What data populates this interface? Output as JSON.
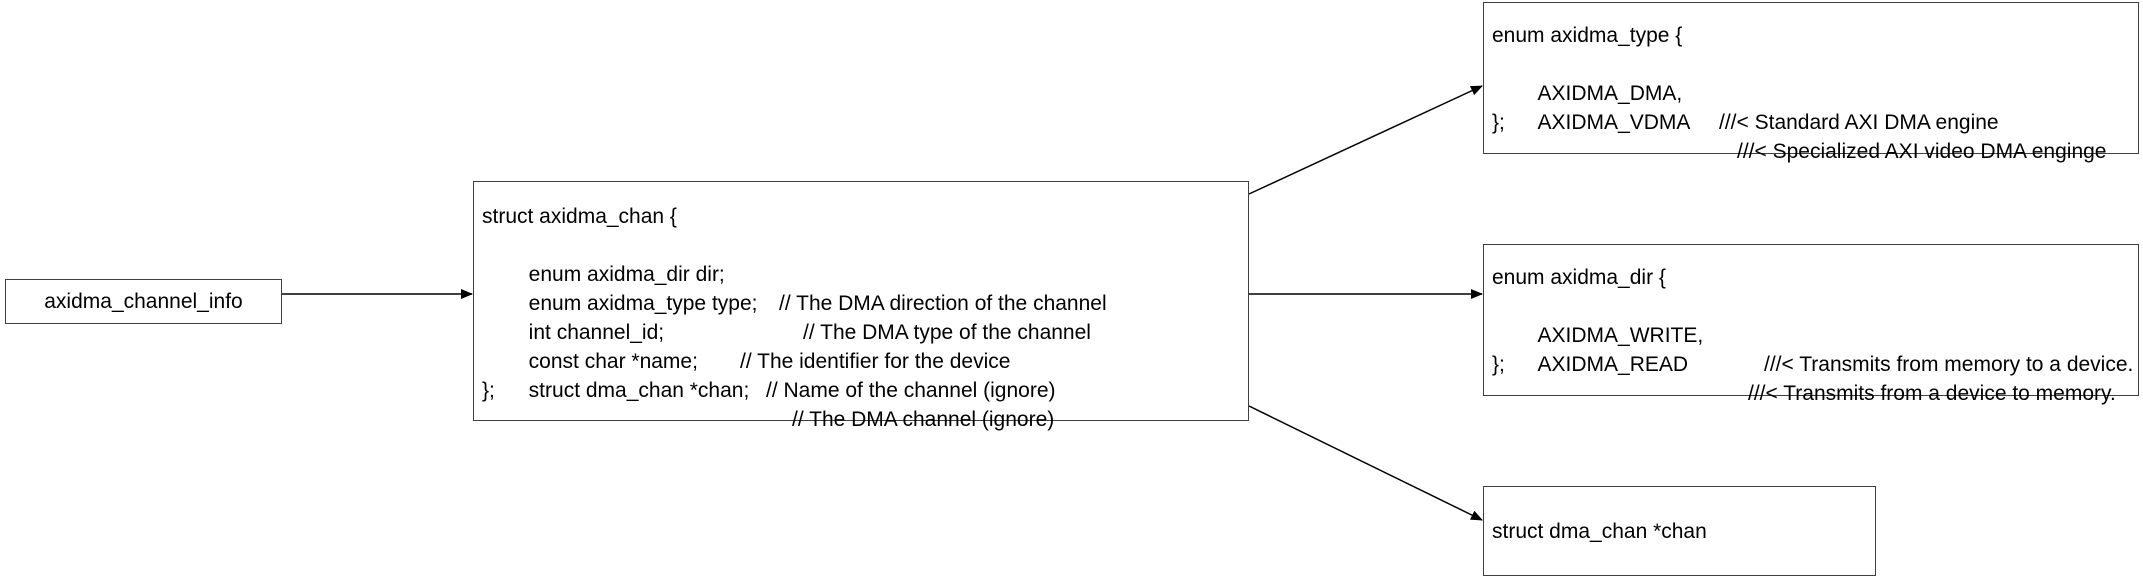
{
  "info_box": {
    "label": "axidma_channel_info"
  },
  "chan_box": {
    "header": "struct axidma_chan {",
    "fields": [
      {
        "decl": "    enum axidma_dir dir;",
        "comment": "// The DMA direction of the channel"
      },
      {
        "decl": "    enum axidma_type type;",
        "comment": "// The DMA type of the channel"
      },
      {
        "decl": "    int channel_id;",
        "comment": "// The identifier for the device"
      },
      {
        "decl": "    const char *name;",
        "comment": "// Name of the channel (ignore)"
      },
      {
        "decl": "    struct dma_chan *chan;",
        "comment": "// The DMA channel (ignore)"
      }
    ],
    "footer": "};"
  },
  "type_box": {
    "header": "enum axidma_type {",
    "entries": [
      {
        "name": "    AXIDMA_DMA,",
        "comment": "///< Standard AXI DMA engine"
      },
      {
        "name": "    AXIDMA_VDMA",
        "comment": "///< Specialized AXI video DMA enginge"
      }
    ],
    "footer": "};"
  },
  "dir_box": {
    "header": "enum axidma_dir {",
    "entries": [
      {
        "name": "    AXIDMA_WRITE,",
        "comment": "///< Transmits from memory to a device."
      },
      {
        "name": "    AXIDMA_READ",
        "comment": "///< Transmits from a device to memory."
      }
    ],
    "footer": "};"
  },
  "dmachan_box": {
    "label": "struct dma_chan *chan"
  },
  "colors": {
    "border": "#404040",
    "arrow": "#000000",
    "text": "#000000",
    "background": "#ffffff"
  }
}
